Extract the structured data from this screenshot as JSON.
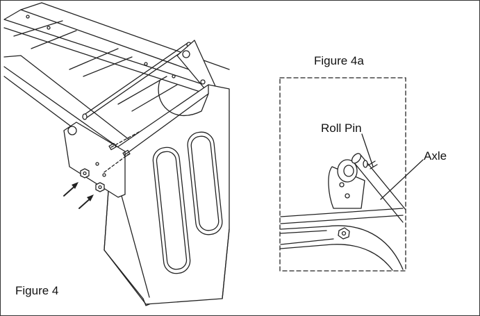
{
  "figure_main": {
    "label": "Figure 4"
  },
  "figure_detail": {
    "label": "Figure 4a"
  },
  "callouts": {
    "roll_pin": "Roll Pin",
    "axle": "Axle"
  },
  "icons": [
    "arrow-icon",
    "nut-icon"
  ]
}
